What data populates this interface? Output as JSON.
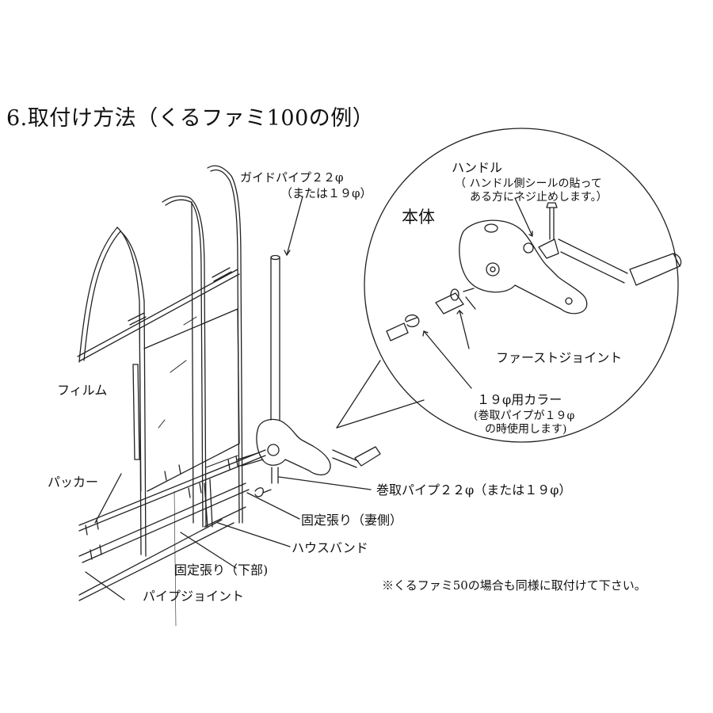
{
  "title": "6.取付け方法（くるファミ100の例）",
  "detail_heading": "本体",
  "labels": {
    "handle": "ハンドル",
    "handle_note_line1": "（ ハンドル側シールの貼って",
    "handle_note_line2": "ある方にネジ止めします。）",
    "guide_pipe_line1": "ガイドパイプ２２φ",
    "guide_pipe_line2": "（または１９φ）",
    "first_joint": "ファーストジョイント",
    "collar_line1": "１９φ用カラー",
    "collar_line2": "(巻取パイプが１９φ",
    "collar_line3": "の時使用します)",
    "film": "フィルム",
    "packer": "パッカー",
    "roll_pipe": "巻取パイプ２２φ（または１９φ）",
    "fixed_gable": "固定張り（妻側）",
    "house_band": "ハウスバンド",
    "fixed_bottom": "固定張り（下部)",
    "pipe_joint": "パイプジョイント"
  },
  "footnote": "※くるファミ50の場合も同様に取付けて下さい。"
}
